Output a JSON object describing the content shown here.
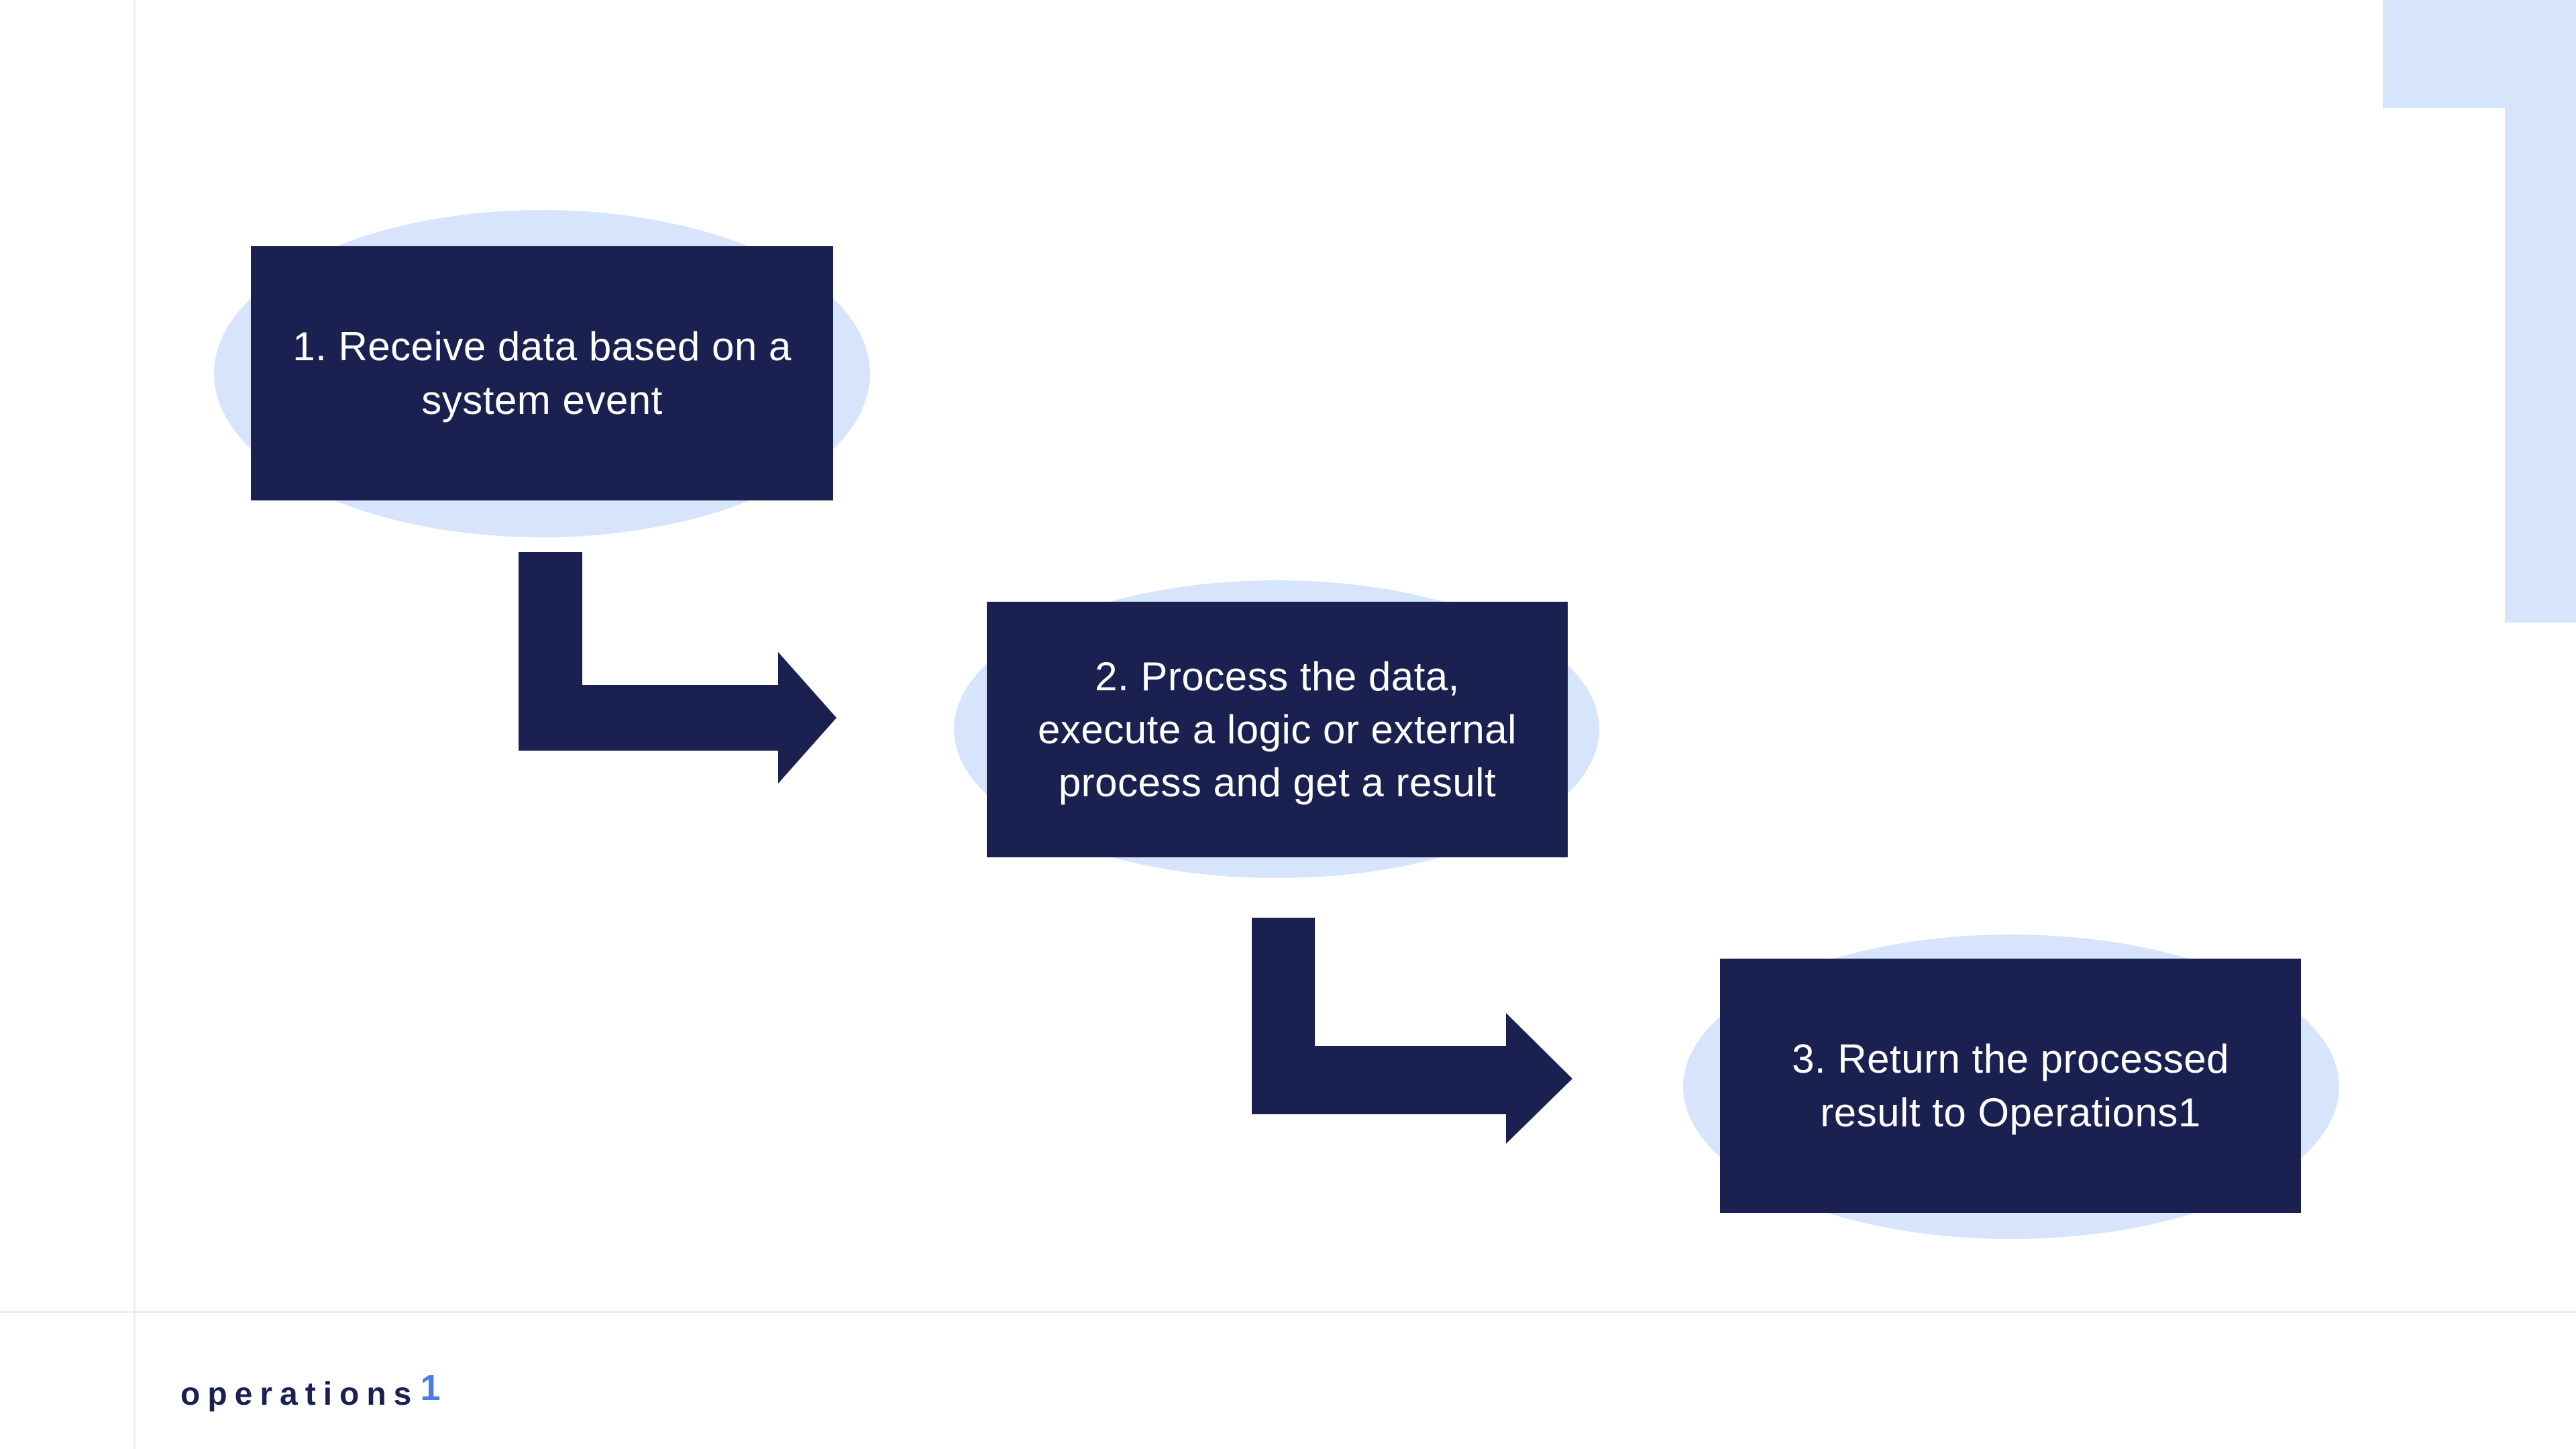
{
  "diagram": {
    "steps": [
      {
        "label": "1. Receive data based on a system event"
      },
      {
        "label": "2. Process the data, execute a logic or external process and get a result"
      },
      {
        "label": "3. Return the processed result to Operations1"
      }
    ],
    "arrows": [
      {
        "name": "arrow-step1-to-step2"
      },
      {
        "name": "arrow-step2-to-step3"
      }
    ]
  },
  "footer": {
    "logo_text": "operations",
    "logo_mark": "1"
  },
  "colors": {
    "navy": "#1a2151",
    "light_blue": "#d6e4fc",
    "logo_blue": "#4d7ce8",
    "divider": "#ededed"
  }
}
